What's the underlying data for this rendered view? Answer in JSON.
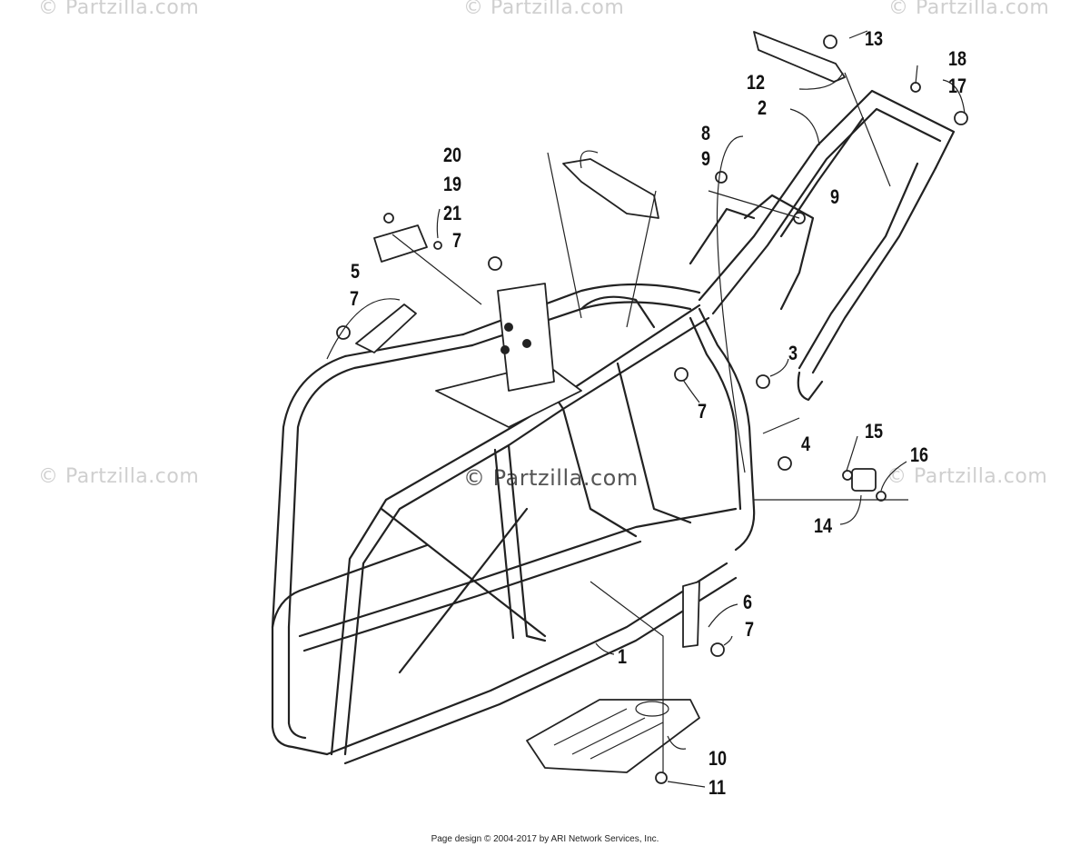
{
  "watermarks": [
    "© Partzilla.com",
    "© Partzilla.com",
    "© Partzilla.com",
    "© Partzilla.com",
    "© Partzilla.com",
    "© Partzilla.com"
  ],
  "callouts": [
    "1",
    "2",
    "3",
    "4",
    "5",
    "6",
    "7",
    "7",
    "7",
    "7",
    "8",
    "9",
    "9",
    "10",
    "11",
    "12",
    "13",
    "14",
    "15",
    "16",
    "17",
    "18",
    "19",
    "20",
    "21"
  ],
  "footer": "Page design © 2004-2017 by ARI Network Services, Inc."
}
